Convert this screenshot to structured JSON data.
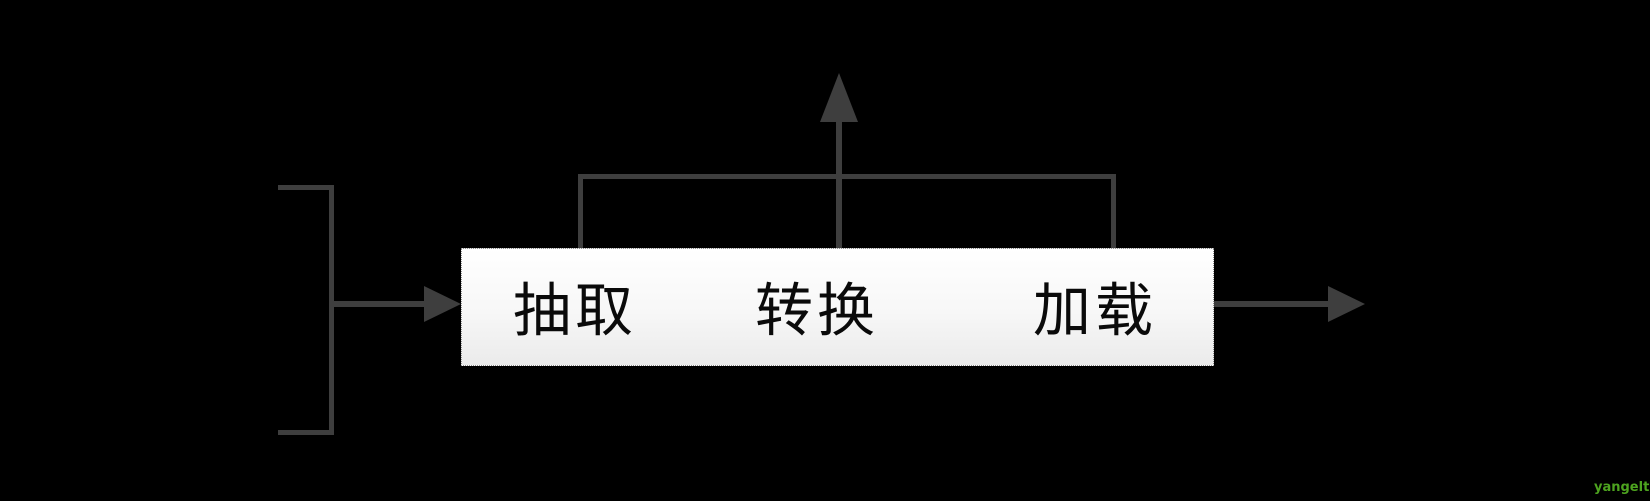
{
  "diagram": {
    "type": "etl-flow-diagram",
    "background_color": "#000000",
    "line_color": "#3e3e3e",
    "stages": [
      {
        "label": "抽取"
      },
      {
        "label": "转换"
      },
      {
        "label": "加载"
      }
    ],
    "process_box": {
      "fill_top": "#ffffff",
      "fill_bottom": "#ebebeb",
      "border_color": "#8f8f8f",
      "text_color": "#0a0a0a"
    }
  },
  "watermark": {
    "text": "yangelt",
    "color": "#4da31f"
  }
}
